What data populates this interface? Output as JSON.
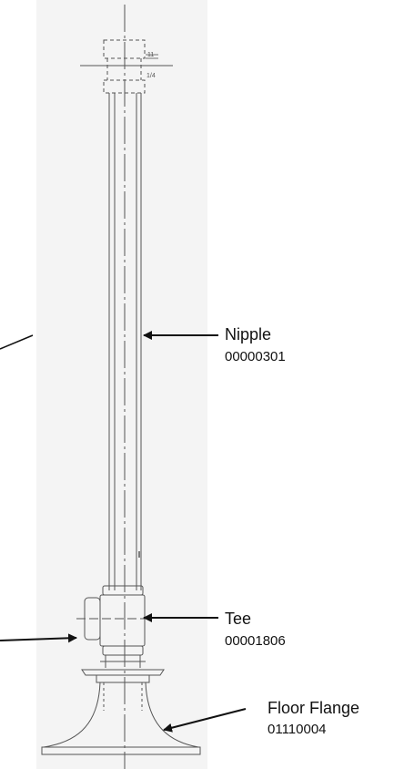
{
  "callouts": {
    "nipple": {
      "name": "Nipple",
      "code": "00000301"
    },
    "tee": {
      "name": "Tee",
      "code": "00001806"
    },
    "floor_flange": {
      "name": "Floor Flange",
      "code": "01110004"
    }
  },
  "drawing_notes": {
    "top_dim_1": "11",
    "top_dim_2": "1/4"
  },
  "colors": {
    "paper": "#f4f4f4",
    "line": "#555555",
    "arrow": "#111111"
  }
}
